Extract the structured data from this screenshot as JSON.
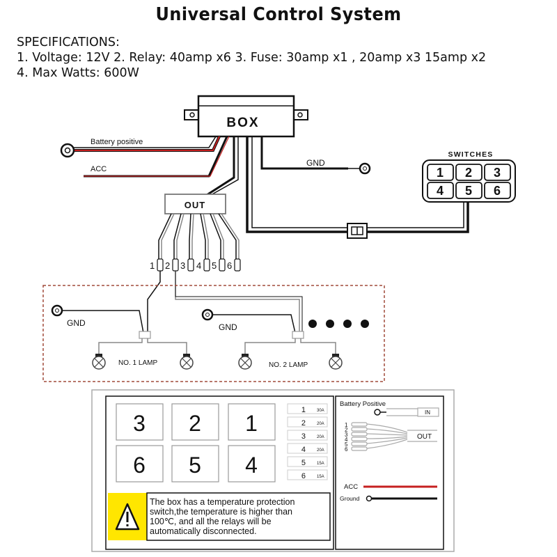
{
  "title": "Universal Control System",
  "specs": {
    "heading": "SPECIFICATIONS:",
    "line1": "1. Voltage: 12V 2. Relay: 40amp x6 3. Fuse: 30amp x1 , 20amp x3 15amp x2",
    "line2": "4. Max Watts: 600W"
  },
  "wiring": {
    "box_label": "BOX",
    "out_label": "OUT",
    "battery_positive": "Battery positive",
    "acc": "ACC",
    "gnd": "GND",
    "switches_title": "SWITCHES",
    "switch_keys": [
      "1",
      "2",
      "3",
      "4",
      "5",
      "6"
    ],
    "out_numbers": [
      "1",
      "2",
      "3",
      "4",
      "5",
      "6"
    ],
    "lamp1": "NO. 1 LAMP",
    "lamp2": "NO. 2 LAMP"
  },
  "panel": {
    "keys": [
      "3",
      "2",
      "1",
      "6",
      "5",
      "4"
    ],
    "fuses": [
      {
        "num": "1",
        "rating": "30A"
      },
      {
        "num": "2",
        "rating": "20A"
      },
      {
        "num": "3",
        "rating": "20A"
      },
      {
        "num": "4",
        "rating": "20A"
      },
      {
        "num": "5",
        "rating": "15A"
      },
      {
        "num": "6",
        "rating": "15A"
      }
    ],
    "warning": [
      "The box has a temperature protection",
      "switch,the temperature is higher than",
      "100℃, and all the relays  will be",
      "automatically disconnected."
    ],
    "battery_positive": "Battery Positive",
    "in": "IN",
    "out": "OUT",
    "out_numbers": [
      "1",
      "2",
      "3",
      "4",
      "5",
      "6"
    ],
    "acc": "ACC",
    "ground": "Ground"
  },
  "colors": {
    "red_wire": "#c62020",
    "black_wire": "#111111",
    "dashed_border": "#a04a3a"
  }
}
